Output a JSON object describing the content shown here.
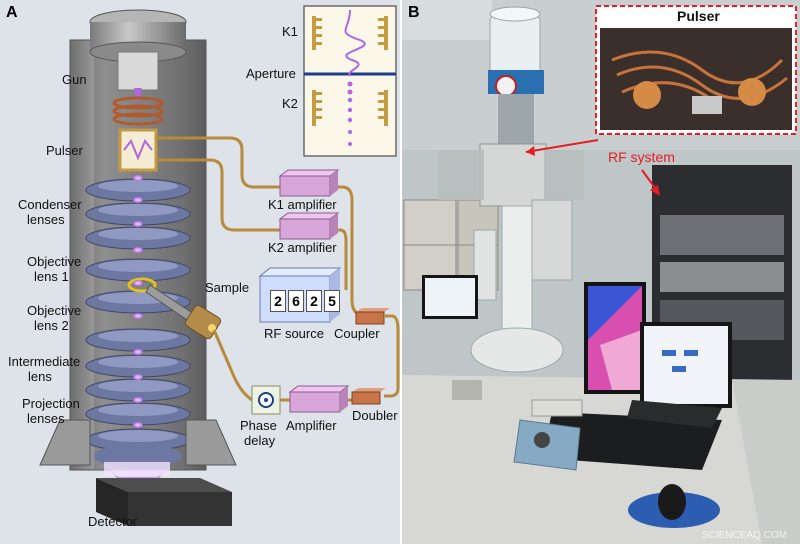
{
  "panel_a": {
    "letter": "A",
    "labels": {
      "gun": "Gun",
      "pulser": "Pulser",
      "condenser_1": "Condenser",
      "condenser_2": "lenses",
      "objective1_1": "Objective",
      "objective1_2": "lens 1",
      "objective2_1": "Objective",
      "objective2_2": "lens 2",
      "intermediate_1": "Intermediate",
      "intermediate_2": "lens",
      "projection_1": "Projection",
      "projection_2": "lenses",
      "detector": "Detector",
      "sample": "Sample",
      "k1_amp": "K1 amplifier",
      "k2_amp": "K2 amplifier",
      "rf_source": "RF source",
      "coupler": "Coupler",
      "doubler": "Doubler",
      "phase_1": "Phase",
      "phase_2": "delay",
      "amplifier": "Amplifier"
    },
    "inset": {
      "k1": "K1",
      "aperture": "Aperture",
      "k2": "K2"
    },
    "rf_display_digits": [
      "2",
      "6",
      "2",
      "5"
    ]
  },
  "panel_b": {
    "letter": "B",
    "inset_title": "Pulser",
    "rf_system_label": "RF system",
    "watermark": "SCIENCEAQ.COM"
  },
  "colors": {
    "cable": "#b78a3c",
    "beam": "#b266e0",
    "amplifier_box": "#d8a6d8",
    "coupler_box": "#c8734a",
    "red_annotation": "#e31e24",
    "column_gray": "#8d8d8d"
  }
}
